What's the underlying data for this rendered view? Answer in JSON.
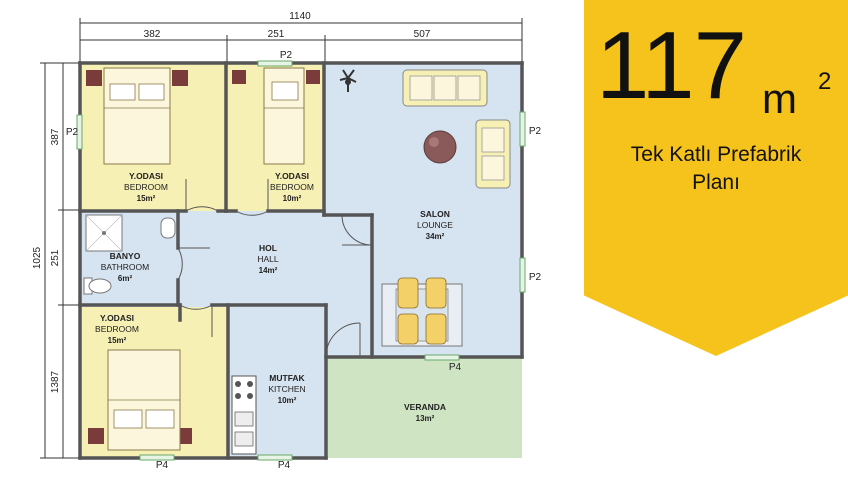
{
  "dimensions": {
    "top_total": "1140",
    "top_segments": [
      "382",
      "251",
      "507"
    ],
    "left_total": "1025",
    "left_segments": [
      "387",
      "251",
      "1387"
    ]
  },
  "rooms": {
    "bedroom_1": {
      "name": "Y.ODASI",
      "sub": "BEDROOM",
      "area": "15m²"
    },
    "bedroom_2": {
      "name": "Y.ODASI",
      "sub": "BEDROOM",
      "area": "10m²"
    },
    "bathroom": {
      "name": "BANYO",
      "sub": "BATHROOM",
      "area": "6m²"
    },
    "hall": {
      "name": "HOL",
      "sub": "HALL",
      "area": "14m²"
    },
    "lounge": {
      "name": "SALON",
      "sub": "LOUNGE",
      "area": "34m²"
    },
    "bedroom_3": {
      "name": "Y.ODASI",
      "sub": "BEDROOM",
      "area": "15m²"
    },
    "kitchen": {
      "name": "MUTFAK",
      "sub": "KITCHEN",
      "area": "10m²"
    },
    "veranda": {
      "name": "VERANDA",
      "area": "13m²"
    }
  },
  "windows": {
    "p2_top": "P2",
    "p2_left": "P2",
    "p2_right_1": "P2",
    "p2_right_2": "P2",
    "p4_lounge": "P4",
    "p4_bottom_1": "P4",
    "p4_bottom_2": "P4"
  },
  "badge": {
    "area_value": "117",
    "area_unit": "m",
    "area_exp": "2",
    "subtitle_line1": "Tek Katlı Prefabrik",
    "subtitle_line2": "Planı"
  },
  "colors": {
    "bedroom": "#f7f0b4",
    "interior": "#d6e3f0",
    "veranda": "#cfe4c2",
    "badge": "#f6c31c",
    "wall": "#555555"
  }
}
